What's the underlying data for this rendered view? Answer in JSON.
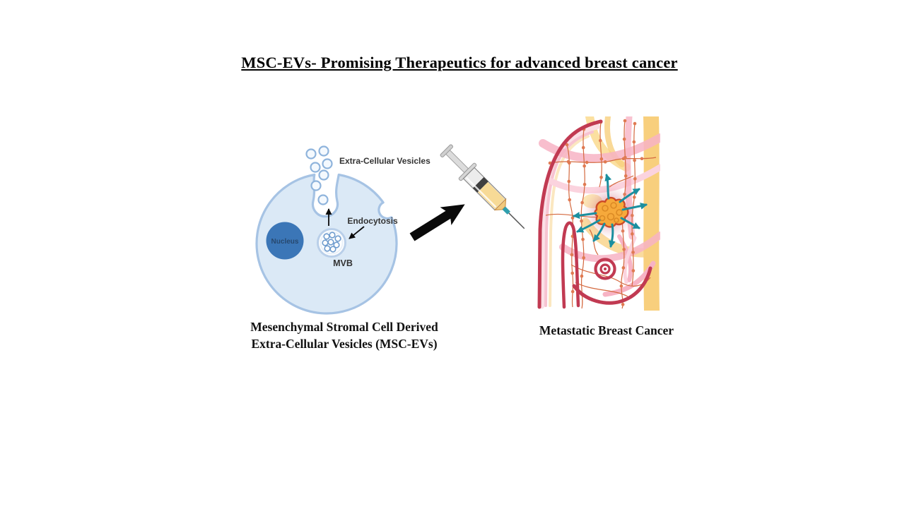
{
  "figure": {
    "title": "MSC-EVs- Promising Therapeutics for advanced breast cancer"
  },
  "left_panel": {
    "labels": {
      "extracellular_vesicles": "Extra-Cellular Vesicles",
      "endocytosis": "Endocytosis",
      "mvb": "MVB",
      "nucleus": "Nucleus"
    },
    "caption_line1": "Mesenchymal Stromal Cell Derived",
    "caption_line2": "Extra-Cellular Vesicles (MSC-EVs)"
  },
  "right_panel": {
    "caption": "Metastatic Breast Cancer"
  },
  "colors": {
    "cell_fill": "#dbe9f6",
    "cell_border": "#a6c3e4",
    "nucleus_fill": "#3b76b7",
    "nucleus_text": "#27486e",
    "vesicle_border": "#8fb4dc",
    "mvb_ring": "#b9cfe9",
    "label_text": "#333333",
    "black_arrow": "#0a0a0a",
    "syringe_liquid": "#f7da96",
    "needle_hub": "#2f9fae",
    "anatomy_crimson": "#c13a52",
    "vessel_pink": "#f7b3c4",
    "vessel_pink_light": "#fbd3de",
    "vessel_yellow": "#f8cf7d",
    "vessel_yellow_light": "#fbe0a0",
    "lymph_line": "#d4693f",
    "lymph_node": "#e07a52",
    "tumor_fill": "#f6a93b",
    "tumor_border": "#cc4b28",
    "tumor_halo": "#8e2140",
    "metastasis_arrow": "#1b8f9f"
  }
}
